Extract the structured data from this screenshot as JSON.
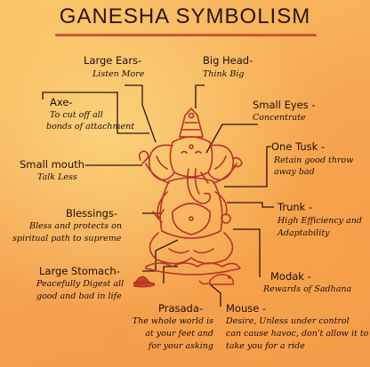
{
  "title": "GANESHA SYMBOLISM",
  "colors": {
    "background_light": "#f9c463",
    "background_dark": "#f2964a",
    "accent_red": "#c8412a",
    "text": "#1e0e0a"
  },
  "callouts": {
    "large_ears": {
      "label": "Large Ears-",
      "desc": "Listen More"
    },
    "big_head": {
      "label": "Big Head-",
      "desc": "Think Big"
    },
    "axe": {
      "label": "Axe-",
      "desc_1": "To cut off all",
      "desc_2": "bonds of attachment"
    },
    "small_eyes": {
      "label": "Small Eyes -",
      "desc": "Concentrate"
    },
    "small_mouth": {
      "label": "Small mouth-",
      "desc": "Talk Less"
    },
    "one_tusk": {
      "label": "One Tusk -",
      "desc_1": "Retain good throw",
      "desc_2": "away bad"
    },
    "blessings": {
      "label": "Blessings-",
      "desc_1": "Bless and protects on",
      "desc_2": "spiritual path to supreme"
    },
    "trunk": {
      "label": "Trunk -",
      "desc_1": "High Efficiency and",
      "desc_2": "Adaptability"
    },
    "large_stomach": {
      "label": "Large Stomach-",
      "desc_1": "Peacefully Digest all",
      "desc_2": "good and bad in life"
    },
    "modak": {
      "label": "Modak -",
      "desc": "Rewards of Sadhana"
    },
    "prasada": {
      "label": "Prasada-",
      "desc_1": "The whole world is",
      "desc_2": "at your feet and",
      "desc_3": "for your asking"
    },
    "mouse": {
      "label": "Mouse -",
      "desc_1": "Desire, Unless under control",
      "desc_2": "can cause havoc, don't allow it to",
      "desc_3": "take you for a ride"
    }
  }
}
